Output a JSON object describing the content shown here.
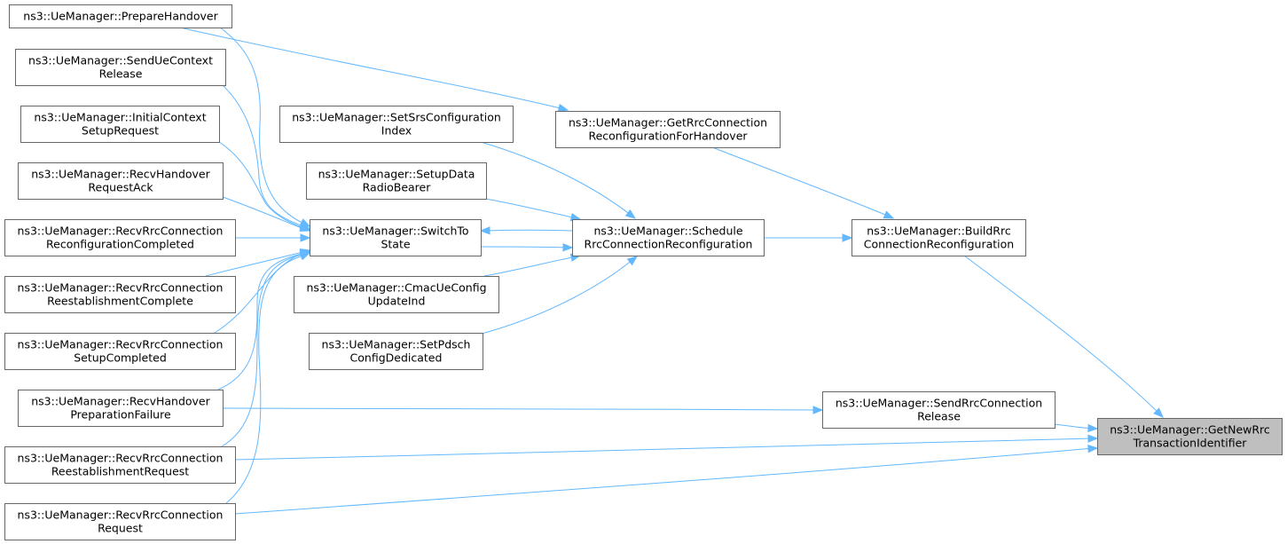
{
  "graph": {
    "edge_color": "#63b8ff",
    "focus_fill": "#bfbfbf",
    "nodes": [
      {
        "id": "prepare_handover",
        "lines": [
          "ns3::UeManager::PrepareHandover"
        ],
        "focus": false
      },
      {
        "id": "send_ue_context_release",
        "lines": [
          "ns3::UeManager::SendUeContext",
          "Release"
        ],
        "focus": false
      },
      {
        "id": "initial_context_setup_request",
        "lines": [
          "ns3::UeManager::InitialContext",
          "SetupRequest"
        ],
        "focus": false
      },
      {
        "id": "recv_handover_request_ack",
        "lines": [
          "ns3::UeManager::RecvHandover",
          "RequestAck"
        ],
        "focus": false
      },
      {
        "id": "recv_rrc_conn_reconfig_completed",
        "lines": [
          "ns3::UeManager::RecvRrcConnection",
          "ReconfigurationCompleted"
        ],
        "focus": false
      },
      {
        "id": "recv_rrc_conn_reest_complete",
        "lines": [
          "ns3::UeManager::RecvRrcConnection",
          "ReestablishmentComplete"
        ],
        "focus": false
      },
      {
        "id": "recv_rrc_conn_setup_completed",
        "lines": [
          "ns3::UeManager::RecvRrcConnection",
          "SetupCompleted"
        ],
        "focus": false
      },
      {
        "id": "recv_handover_prep_failure",
        "lines": [
          "ns3::UeManager::RecvHandover",
          "PreparationFailure"
        ],
        "focus": false
      },
      {
        "id": "recv_rrc_conn_reest_request",
        "lines": [
          "ns3::UeManager::RecvRrcConnection",
          "ReestablishmentRequest"
        ],
        "focus": false
      },
      {
        "id": "recv_rrc_conn_request",
        "lines": [
          "ns3::UeManager::RecvRrcConnection",
          "Request"
        ],
        "focus": false
      },
      {
        "id": "set_srs_configuration_index",
        "lines": [
          "ns3::UeManager::SetSrsConfiguration",
          "Index"
        ],
        "focus": false
      },
      {
        "id": "setup_data_radio_bearer",
        "lines": [
          "ns3::UeManager::SetupData",
          "RadioBearer"
        ],
        "focus": false
      },
      {
        "id": "switch_to_state",
        "lines": [
          "ns3::UeManager::SwitchTo",
          "State"
        ],
        "focus": false
      },
      {
        "id": "cmac_ue_config_update_ind",
        "lines": [
          "ns3::UeManager::CmacUeConfig",
          "UpdateInd"
        ],
        "focus": false
      },
      {
        "id": "set_pdsch_config_dedicated",
        "lines": [
          "ns3::UeManager::SetPdsch",
          "ConfigDedicated"
        ],
        "focus": false
      },
      {
        "id": "get_rrc_conn_reconfig_for_handover",
        "lines": [
          "ns3::UeManager::GetRrcConnection",
          "ReconfigurationForHandover"
        ],
        "focus": false
      },
      {
        "id": "schedule_rrc_conn_reconfig",
        "lines": [
          "ns3::UeManager::Schedule",
          "RrcConnectionReconfiguration"
        ],
        "focus": false
      },
      {
        "id": "build_rrc_conn_reconfig",
        "lines": [
          "ns3::UeManager::BuildRrc",
          "ConnectionReconfiguration"
        ],
        "focus": false
      },
      {
        "id": "send_rrc_conn_release",
        "lines": [
          "ns3::UeManager::SendRrcConnection",
          "Release"
        ],
        "focus": false
      },
      {
        "id": "get_new_rrc_transaction_identifier",
        "lines": [
          "ns3::UeManager::GetNewRrc",
          "TransactionIdentifier"
        ],
        "focus": true
      }
    ],
    "edges": [
      {
        "from": "prepare_handover",
        "to": "switch_to_state"
      },
      {
        "from": "send_ue_context_release",
        "to": "switch_to_state"
      },
      {
        "from": "initial_context_setup_request",
        "to": "switch_to_state"
      },
      {
        "from": "recv_handover_request_ack",
        "to": "switch_to_state"
      },
      {
        "from": "recv_rrc_conn_reconfig_completed",
        "to": "switch_to_state"
      },
      {
        "from": "recv_rrc_conn_reest_complete",
        "to": "switch_to_state"
      },
      {
        "from": "recv_rrc_conn_setup_completed",
        "to": "switch_to_state"
      },
      {
        "from": "recv_handover_prep_failure",
        "to": "switch_to_state"
      },
      {
        "from": "recv_rrc_conn_reest_request",
        "to": "switch_to_state"
      },
      {
        "from": "recv_rrc_conn_request",
        "to": "switch_to_state"
      },
      {
        "from": "schedule_rrc_conn_reconfig",
        "to": "switch_to_state"
      },
      {
        "from": "switch_to_state",
        "to": "schedule_rrc_conn_reconfig"
      },
      {
        "from": "set_srs_configuration_index",
        "to": "schedule_rrc_conn_reconfig"
      },
      {
        "from": "setup_data_radio_bearer",
        "to": "schedule_rrc_conn_reconfig"
      },
      {
        "from": "cmac_ue_config_update_ind",
        "to": "schedule_rrc_conn_reconfig"
      },
      {
        "from": "set_pdsch_config_dedicated",
        "to": "schedule_rrc_conn_reconfig"
      },
      {
        "from": "prepare_handover",
        "to": "get_rrc_conn_reconfig_for_handover"
      },
      {
        "from": "get_rrc_conn_reconfig_for_handover",
        "to": "build_rrc_conn_reconfig"
      },
      {
        "from": "schedule_rrc_conn_reconfig",
        "to": "build_rrc_conn_reconfig"
      },
      {
        "from": "build_rrc_conn_reconfig",
        "to": "get_new_rrc_transaction_identifier"
      },
      {
        "from": "recv_handover_prep_failure",
        "to": "send_rrc_conn_release"
      },
      {
        "from": "send_rrc_conn_release",
        "to": "get_new_rrc_transaction_identifier"
      },
      {
        "from": "recv_rrc_conn_reest_request",
        "to": "get_new_rrc_transaction_identifier"
      },
      {
        "from": "recv_rrc_conn_request",
        "to": "get_new_rrc_transaction_identifier"
      }
    ]
  }
}
